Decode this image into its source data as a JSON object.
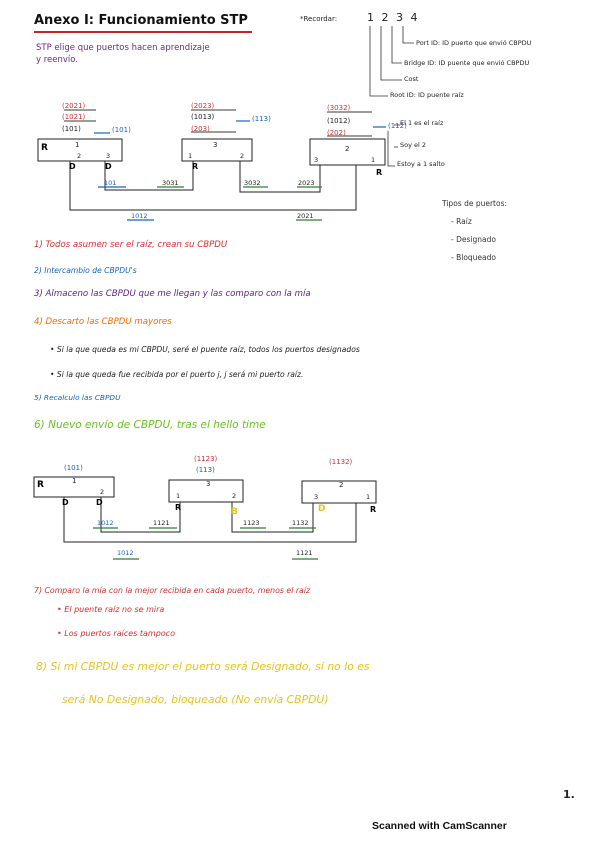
{
  "header": {
    "title": "Anexo I: Funcionamiento STP",
    "intro": "STP elige que puertos hacen aprendizaje y reenvío."
  },
  "recordar": {
    "label": "*Recordar:",
    "digits": "1 2 3 4",
    "items": [
      "Port ID: ID puerto que envió CBPDU",
      "Bridge ID: ID puente que envió CBPDU",
      "Cost",
      "Root ID: ID puente raíz"
    ]
  },
  "diagram1": {
    "bpdu_stack_1": [
      "(2021)",
      "(1021)",
      "(101)"
    ],
    "bpdu_stack_1_out": "(101)",
    "bpdu_stack_2": [
      "(2023)",
      "(1013)",
      "(203)"
    ],
    "bpdu_stack_2_out": "(113)",
    "bpdu_stack_3": [
      "(3032)",
      "(1012)",
      "(202)"
    ],
    "bpdu_stack_3_out": "(112)",
    "bridge_labels": [
      "1",
      "3",
      "2"
    ],
    "port_labels": [
      "2",
      "3",
      "1",
      "2",
      "3",
      "1"
    ],
    "root_letter": "R",
    "designated_letter": "D",
    "messages": [
      "101",
      "3031",
      "3032",
      "2023",
      "1012",
      "2021"
    ],
    "annotations": [
      "El 1 es el raíz",
      "Soy el 2",
      "Estoy a 1 salto"
    ]
  },
  "tipos": {
    "title": "Tipos de puertos:",
    "items": [
      "- Raíz",
      "- Designado",
      "- Bloqueado"
    ]
  },
  "steps": [
    "1) Todos asumen ser el raíz, crean su CBPDU",
    "2) Intercambio de CBPDU's",
    "3) Almaceno las CBPDU que me llegan y las comparo con la mía",
    "4) Descarto las CBPDU mayores",
    "• Si la que queda es mi CBPDU, seré el puente raíz, todos los puertos designados",
    "• Si la que queda fue recibida por el puerto j, j será mi puerto raíz.",
    "5) Recalculo las CBPDU",
    "6) Nuevo envío de CBPDU, tras el hello time"
  ],
  "diagram2": {
    "bpdu_1": "(101)",
    "bpdu_3": [
      "(1123)",
      "(113)"
    ],
    "bpdu_2": "(1132)",
    "bridge_labels": [
      "1",
      "3",
      "2"
    ],
    "port_labels": [
      "2",
      "1",
      "2",
      "3",
      "1"
    ],
    "root_letter": "R",
    "designated_letter": "D",
    "blocked_letter": "B",
    "messages": [
      "1012",
      "1121",
      "1123",
      "1132",
      "1012",
      "1121"
    ]
  },
  "steps2": [
    "7) Comparo la mía con la mejor recibida en cada puerto, menos el raíz",
    "• El puente raíz no se mira",
    "• Los puertos raíces tampoco",
    "8) Si mi CBPDU es mejor el puerto será Designado, si no lo es",
    "será No Designado, bloqueado (No envía CBPDU)"
  ],
  "footer": {
    "page_number": "1.",
    "scanner": "Scanned with CamScanner"
  }
}
